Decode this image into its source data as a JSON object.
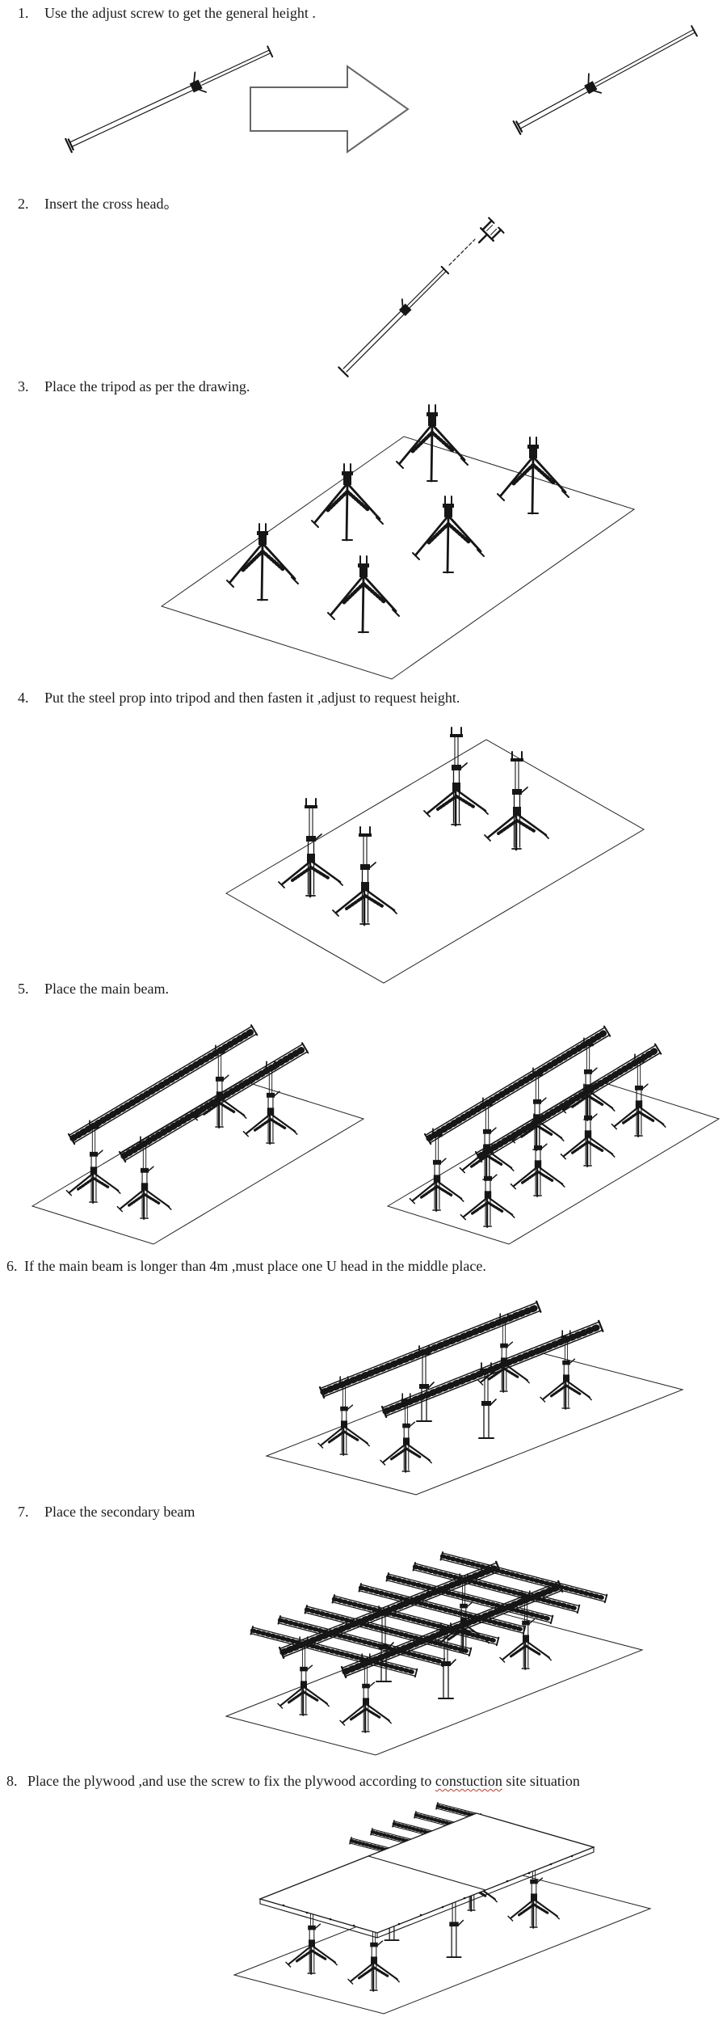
{
  "steps": [
    {
      "num": "1.",
      "text": "Use the adjust screw to get the general height ."
    },
    {
      "num": "2.",
      "text": "Insert the cross head。"
    },
    {
      "num": "3.",
      "text": "Place the tripod as per the drawing."
    },
    {
      "num": "4.",
      "text": "Put the steel prop into tripod and then fasten it ,adjust to request height."
    },
    {
      "num": "5.",
      "text": "Place the main beam."
    },
    {
      "num": "6.",
      "text": "If the main beam is longer than 4m ,must place one U head in the middle place."
    },
    {
      "num": "7.",
      "text": "Place the secondary beam"
    },
    {
      "num": "8.",
      "text_before": "Place the plywood ,and use the screw to fix the plywood according to ",
      "misspelled_word": "constuction",
      "text_after": " site situation"
    }
  ],
  "colors": {
    "background": "#ffffff",
    "line": "#161616",
    "arrow_outline": "#666666",
    "spellcheck_underline": "#c0392b"
  }
}
